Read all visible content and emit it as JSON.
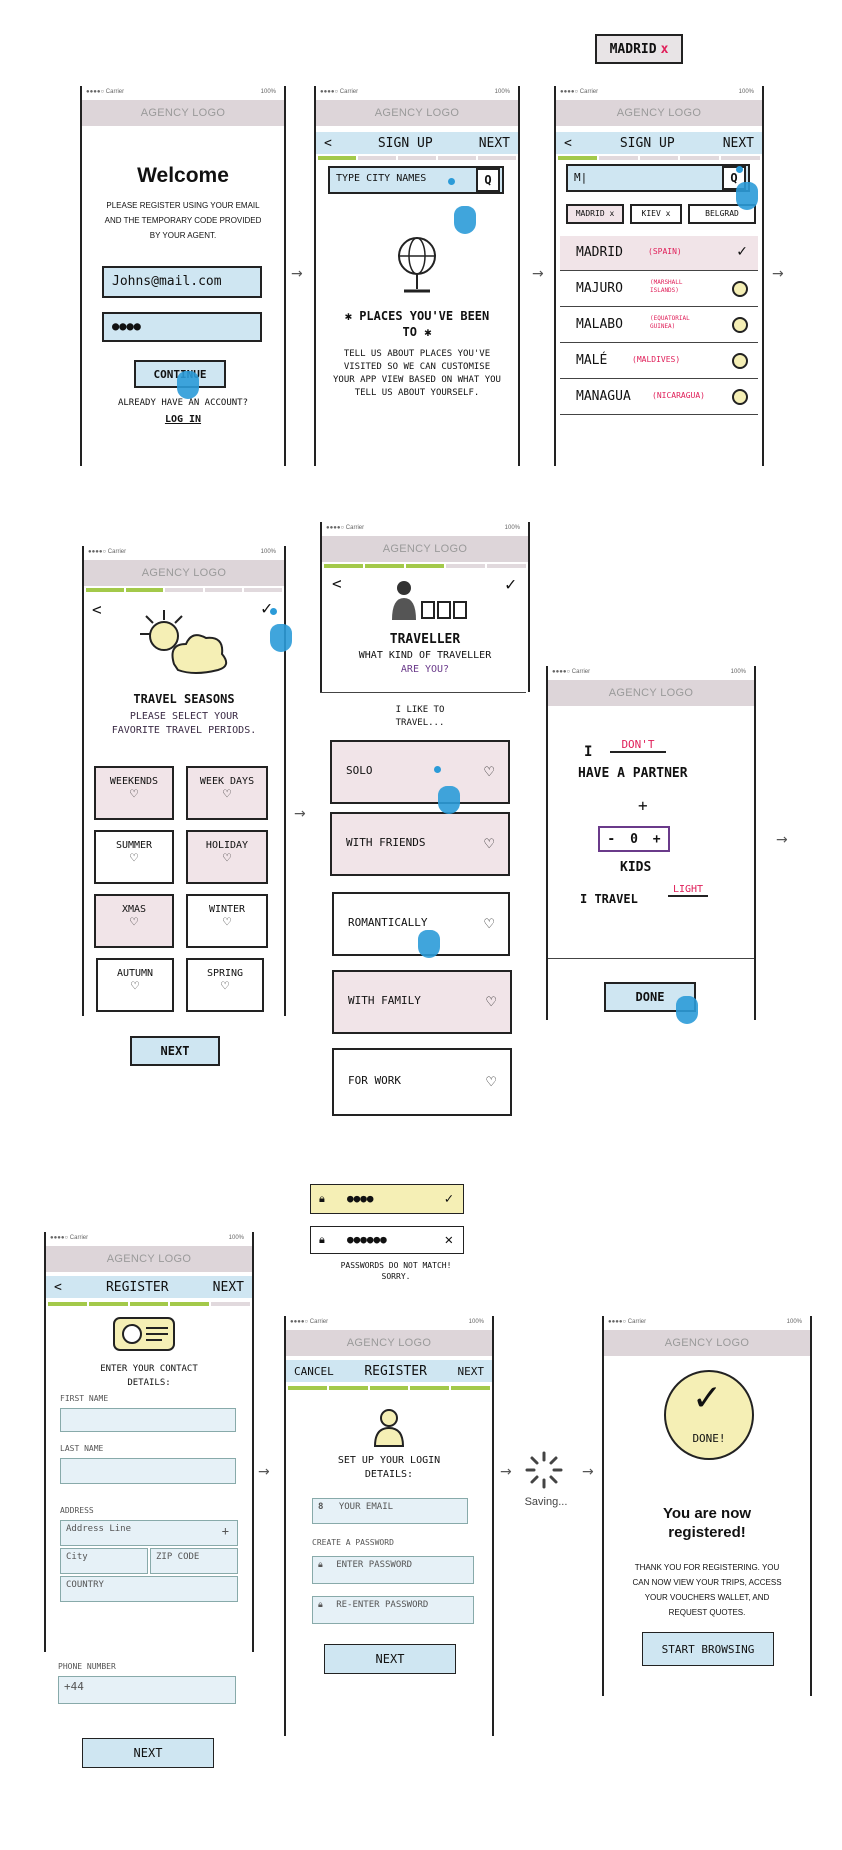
{
  "tag": {
    "city": "MADRID",
    "remove": "x"
  },
  "common": {
    "logo": "AGENCY LOGO",
    "carrier": "●●●●○ Carrier",
    "battery": "100%"
  },
  "welcome": {
    "title": "Welcome",
    "text": "PLEASE REGISTER USING YOUR EMAIL AND THE TEMPORARY CODE PROVIDED BY YOUR AGENT.",
    "email": "Johns@mail.com",
    "code": "●●●●",
    "continue": "CONTINUE",
    "account": "ALREADY HAVE AN ACCOUNT?",
    "login": "LOG IN"
  },
  "signup1": {
    "back": "<",
    "title": "SIGN UP",
    "next": "NEXT",
    "search_placeholder": "TYPE CITY NAMES",
    "search_icon": "Q",
    "heading": "✱ PLACES YOU'VE BEEN TO ✱",
    "body": "TELL US ABOUT PLACES YOU'VE VISITED SO WE CAN CUSTOMISE YOUR APP VIEW BASED ON WHAT YOU TELL US ABOUT YOURSELF."
  },
  "signup2": {
    "back": "<",
    "title": "SIGN UP",
    "next": "NEXT",
    "search_value": "M|",
    "search_icon": "Q",
    "chips": [
      "MADRID x",
      "KIEV x",
      "BELGRAD"
    ],
    "cities": [
      {
        "name": "MADRID",
        "country": "(SPAIN)"
      },
      {
        "name": "MAJURO",
        "country": "(MARSHALL ISLANDS)"
      },
      {
        "name": "MALABO",
        "country": "(EQUATORIAL GUINEA)"
      },
      {
        "name": "MALÉ",
        "country": "(MALDIVES)"
      },
      {
        "name": "MANAGUA",
        "country": "(NICARAGUA)"
      }
    ]
  },
  "seasons": {
    "back": "<",
    "check": "✓",
    "title": "TRAVEL SEASONS",
    "subtitle": "PLEASE SELECT YOUR FAVORITE TRAVEL PERIODS.",
    "options": [
      "WEEKENDS",
      "WEEK DAYS",
      "SUMMER",
      "HOLIDAY",
      "XMAS",
      "WINTER",
      "AUTUMN",
      "SPRING"
    ],
    "next": "NEXT"
  },
  "traveller": {
    "back": "<",
    "check": "✓",
    "title": "TRAVELLER",
    "question1": "WHAT KIND OF TRAVELLER",
    "question2": "ARE YOU?",
    "like": "I LIKE TO TRAVEL...",
    "options": [
      "SOLO",
      "WITH FRIENDS",
      "ROMANTICALLY",
      "WITH FAMILY",
      "FOR WORK"
    ]
  },
  "partner": {
    "i": "I",
    "dont": "DON'T",
    "have": "HAVE A PARTNER",
    "plus": "+",
    "minus": "-",
    "count": "0",
    "inc": "+",
    "kids": "KIDS",
    "travel": "I TRAVEL",
    "light": "LIGHT",
    "done": "DONE"
  },
  "register": {
    "back": "<",
    "title": "REGISTER",
    "next": "NEXT",
    "intro": "ENTER YOUR CONTACT DETAILS:",
    "first": "FIRST NAME",
    "last": "LAST NAME",
    "address": "ADDRESS",
    "address_line": "Address Line",
    "address_plus": "+",
    "city": "City",
    "zip": "ZIP CODE",
    "country": "COUNTRY",
    "phone": "PHONE NUMBER",
    "prefix": "+44",
    "next_btn": "NEXT"
  },
  "pw_popup": {
    "good_value": "●●●●",
    "good_mark": "✓",
    "bad_value": "●●●●●●",
    "bad_mark": "✕",
    "message": "PASSWORDS DO NOT MATCH! SORRY."
  },
  "login_details": {
    "cancel": "CANCEL",
    "title": "REGISTER",
    "next": "NEXT",
    "intro": "SET UP YOUR LOGIN DETAILS:",
    "email": "YOUR EMAIL",
    "create": "CREATE A PASSWORD",
    "enter": "ENTER PASSWORD",
    "reenter": "RE-ENTER PASSWORD",
    "next_btn": "NEXT"
  },
  "saving": {
    "text": "Saving..."
  },
  "done_screen": {
    "badge": "DONE!",
    "title": "You are now registered!",
    "text": "THANK YOU FOR REGISTERING. YOU CAN NOW VIEW YOUR TRIPS, ACCESS YOUR VOUCHERS WALLET, AND REQUEST QUOTES.",
    "button": "START BROWSING"
  },
  "arrow_glyph": "→"
}
